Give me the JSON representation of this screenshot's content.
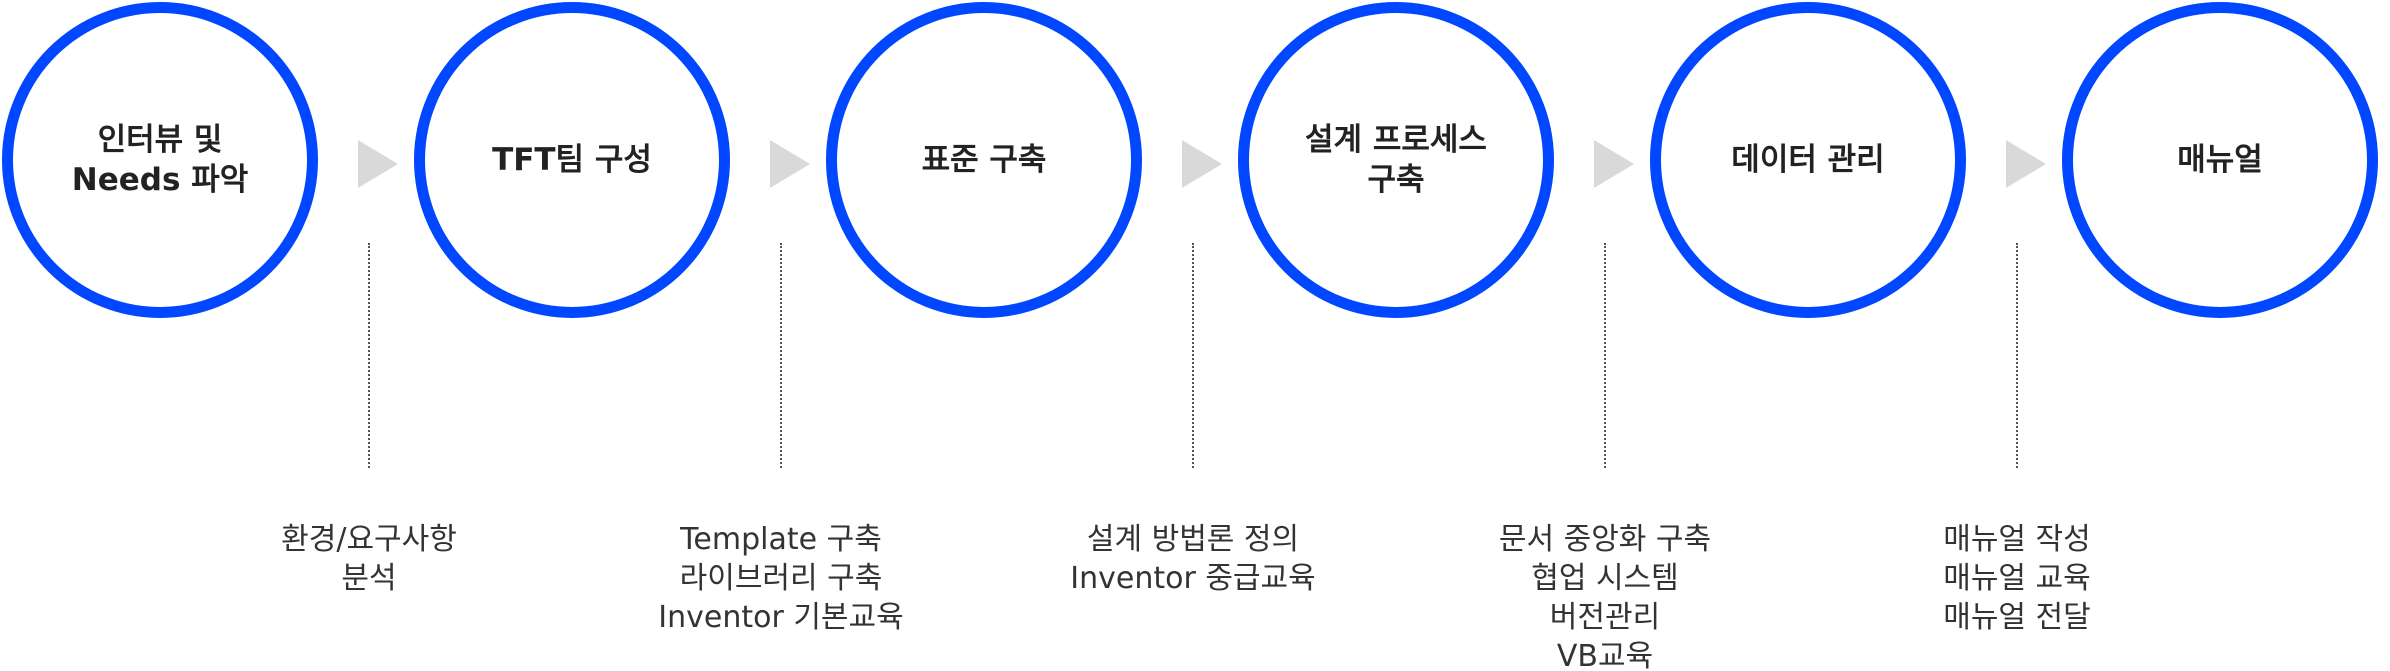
{
  "steps": [
    {
      "title": "인터뷰 및\nNeeds 파악"
    },
    {
      "title": "TFT팀 구성"
    },
    {
      "title": "표준 구축"
    },
    {
      "title": "설계 프로세스\n구축"
    },
    {
      "title": "데이터 관리"
    },
    {
      "title": "매뉴얼"
    }
  ],
  "details": [
    [
      "환경/요구사항",
      "분석"
    ],
    [
      "Template 구축",
      "라이브러리 구축",
      "Inventor 기본교육"
    ],
    [
      "설계 방법론 정의",
      "Inventor 중급교육"
    ],
    [
      "문서 중앙화 구축",
      "협업 시스템",
      "버전관리",
      "VB교육"
    ],
    [
      "매뉴얼 작성",
      "매뉴얼 교육",
      "매뉴얼 전달"
    ]
  ],
  "colors": {
    "circle_border": "#0047ff",
    "arrow": "#d9d9d9",
    "text": "#222222"
  }
}
